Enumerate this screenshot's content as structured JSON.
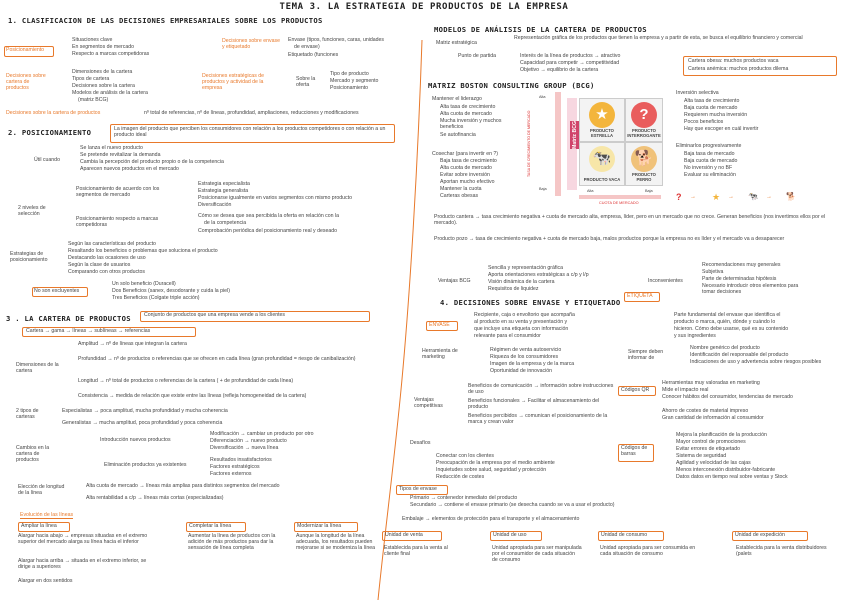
{
  "title": "TEMA 3. LA ESTRATEGIA DE PRODUCTOS DE LA EMPRESA",
  "s1": {
    "heading": "1.   CLASIFICACION DE LAS DECISIONES EMPRESARIALES SOBRE LOS PRODUCTOS",
    "posicionamiento": "Posicionamiento",
    "pos_items": [
      "Situaciones clave",
      "En segmentos de mercado",
      "Respecto a marcas competidoras"
    ],
    "cartera_box": "Decisiones sobre cartera de productos",
    "cartera_items": [
      "Dimensiones de la cartera",
      "Tipos de cartera",
      "Decisiones sobre la cartera",
      "Modelos de análisis de la cartera",
      "(matriz BCG)"
    ],
    "envase_box": "Decisiones sobre envase y etiquetado",
    "envase_items": [
      "Envase (tipos, funciones, caras, unidades",
      "de envase)",
      "Etiquetado (funciones"
    ],
    "estrat_box": "Decisiones estratégicas de productos y actividad de la empresa",
    "sobre_oferta": "Sobre la oferta",
    "oferta_items": [
      "Tipo de producto",
      "Mercado y segmento",
      "Posicionamiento"
    ],
    "linea_box": "Decisiones sobre la cartera de productos",
    "linea_text": "nº total de referencias, nº de líneas, profundidad, ampliaciones, reducciones y modificaciones"
  },
  "s2": {
    "heading": "2. POSICIONAMIENTO",
    "def": "La imagen del producto que perciben los consumidores con relación a los productos competidores o con relación a un producto ideal",
    "util": "Útil cuando",
    "util_items": [
      "Se lanza el nuevo producto",
      "Se pretende revitalizar la demanda",
      "Cambia la percepción del producto propio o de la competencia",
      "Aparecen nuevos productos en el mercado"
    ],
    "niveles": "2 niveles de selección",
    "nivel1": "Posicionamiento de acuerdo con los segmentos de mercado",
    "nivel1_items": [
      "Estrategia especialista",
      "Estrategia generalista",
      "Posicionarse igualmente en varios segmentos con mismo producto",
      "Diversificación"
    ],
    "nivel2": "Posicionamiento respecto a marcas competidoras",
    "nivel2_items": [
      "Cómo se desea que sea percibida la oferta en relación con la",
      "de la competencia",
      "Comprobación periódica del posicionamiento real y deseado"
    ],
    "estrategias": "Estrategias de posicionamiento",
    "estrategias_items": [
      "Según las características del producto",
      "Resaltando los beneficios o problemas que soluciona el producto",
      "Destacando las ocasiones de uso",
      "Según la clase de usuarios",
      "Comparando con otros productos"
    ],
    "no_excluyentes": "No son excluyentes",
    "no_ex_items": [
      "Un solo beneficio (Duracell)",
      "Dos Beneficios (sanex, desodorante y cuida la piel)",
      "Tres Beneficios (Colgate triple acción)"
    ]
  },
  "s3": {
    "heading": "3 . LA CARTERA DE PRODUCTOS",
    "def": "Conjunto de productos que una empresa vende a los clientes",
    "formula": "Cartera → gama → líneas → sublíneas → referencias",
    "dimensiones": "Dimensiones de la cartera",
    "dim_items": [
      "Amplitud → nº de líneas que integran la cartera",
      "Profundidad → nº de productos o referencias que se ofrecen en cada línea (gran profundidad = riesgo de canibalización)",
      "Longitud → nº total de productos o referencias de la cartera ( + de profundidad de cada línea)",
      "Consistencia → medida de relación que existe entre las líneas (refleja homogeneidad de la cartera)"
    ],
    "tipos": "2 tipos de carteras",
    "tipos_items": [
      "Especialistas → poca amplitud, mucha profundidad y mucha coherencia",
      "Generalistas → mucha amplitud, poca profundidad y poca coherencia"
    ],
    "cambios": "Cambios en la cartera de productos",
    "intro": "Introducción nuevos productos",
    "intro_items": [
      "Modificación → cambiar un producto por otro",
      "Diferenciación → nuevo producto",
      "Diversificación → nueva línea"
    ],
    "elim": "Eliminación productos ya existentes",
    "elim_items": [
      "Resultados insatisfactorios",
      "Factores estratégicos",
      "Factores externos"
    ],
    "eleccion": "Elección de longitud de la línea",
    "eleccion_items": [
      "Alta cuota de mercado → líneas más amplias para distintos segmentos del mercado",
      "Alta rentabilidad a c/p → líneas más cortas (especializadas)"
    ],
    "evolucion": "Evolución de las líneas",
    "ampliar": "Ampliar la línea",
    "ampliar_text": [
      "Alargar hacia abajo → empresas situadas en el extremo superior del mercado alarga su línea hacia el inferior",
      "Alargar hacia arriba → situada en el extremo inferior, se dirige a superiores",
      "Alargar en dos sentidos"
    ],
    "completar": "Completar la línea",
    "completar_text": "Aumentar la línea de productos con la adición de más productos para dar la sensación de línea completa",
    "modernizar": "Modernizar la línea",
    "modernizar_text": "Aunque la longitud de la línea adecuada, los resultados pueden mejorarse si se moderniza la línea"
  },
  "modelos": {
    "heading": "MODELOS DE ANÁLISIS DE LA CARTERA DE PRODUCTOS",
    "matriz": "Matriz estratégica",
    "matriz_text": "Representación gráfica de los productos que tienen la empresa y a partir de esta, se busca el equilibrio financiero y comercial",
    "punto": "Punto de partida",
    "punto_items": [
      "Interés de la línea de productos → atractivo",
      "Capacidad para competir → competitividad",
      "Objetivo → equilibrio de la cartera"
    ],
    "note": [
      "Cartera obesa: muchos productos vaca",
      "Cartera anémica: muchos productos dilema"
    ]
  },
  "bcg": {
    "heading": "MATRIZ BOSTON CONSULTING GROUP (BCG)",
    "left_items": [
      "Mantener el liderazgo",
      "Alta tasa de crecimiento",
      "Alta cuota de mercado",
      "Mucha inversión y muchos beneficios",
      "Se autofinancia"
    ],
    "left_items2": [
      "Cosechar (para invertir en ?)",
      "Baja tasa de crecimiento",
      "Alta cuota de mercado",
      "Evitar sobre inversión",
      "Aportan mucho efectivo",
      "Mantener la cuota",
      "Carteras obesas"
    ],
    "y_axis": "TASA DE CRECIMIENTO DE MERCADO",
    "x_axis": "CUOTA DE MERCADO",
    "alta": "Alta",
    "baja": "Baja",
    "matriz": "Matriz",
    "bcg": "BCG",
    "cells": [
      {
        "label": "PRODUCTO ESTRELLA",
        "icon": "★",
        "color": "#f3b53c"
      },
      {
        "label": "PRODUCTO INTERROGANTE",
        "icon": "?",
        "color": "#e95d5d"
      },
      {
        "label": "PRODUCTO VACA",
        "icon": "🐄",
        "color": "#f7e6a8"
      },
      {
        "label": "PRODUCTO PERRO",
        "icon": "🐕",
        "color": "#f0c27a"
      }
    ],
    "right_items": [
      "Inversión selectiva",
      "Alta tasa de crecimiento",
      "Baja cuota de mercado",
      "Requieren mucha inversión",
      "Pocos beneficios",
      "Hay que escoger en cuál invertir"
    ],
    "right_items2": [
      "Eliminarlos progresivamente",
      "Baja tasa de mercado",
      "Baja cuota de mercado",
      "No inversión y no BF",
      "Evaluar su eliminación"
    ],
    "legend": [
      "?",
      "★",
      "🐄",
      "🐕"
    ],
    "cantera": "Producto cantera → tasa crecimiento negativa + cuota de mercado alta, empresa, líder, pero en un mercado que no crece. Generan beneficios (nos invertimos ellos por el mercado).",
    "cantera_title": "Producto cantera",
    "pozo": "Producto pozo → tasa de crecimiento negativa + cuota de mercado baja, malos productos porque la empresa no es líder y el mercado va a desaparecer",
    "pozo_title": "Producto pozo",
    "ventajas": "Ventajas BCG",
    "ventajas_items": [
      "Sencilla y representación gráfica",
      "Aporta orientaciones estratégicas a c/p y l/p",
      "Visión dinámica de la cartera",
      "Requisitos de liquidez"
    ],
    "inconv": "Inconvenientes",
    "inconv_items": [
      "Recomendaciones muy generales",
      "Subjetiva",
      "Parte de determinadas hipótesis",
      "Necesario introducir otros elementos para tomar decisiones"
    ]
  },
  "s4": {
    "heading": "4. DECISIONES SOBRE ENVASE Y ETIQUETADO",
    "envase": "ENVASE",
    "envase_text": [
      "Recipiente, caja o envoltorio que acompaña",
      "al producto en su venta y presentación y",
      "que incluye una etiqueta con información",
      "relevante para el consumidor"
    ],
    "herramienta": "Herramienta de marketing",
    "herr_items": [
      "Régimen de venta autoservicio",
      "Riqueza de los consumidores",
      "Imagen de la empresa y de la marca",
      "Oportunidad de innovación"
    ],
    "ventajas": "Ventajas competitivas",
    "vent_items": [
      "Beneficios de comunicación → información sobre instrucciones de uso",
      "Beneficios funcionales → Facilitar el almacenamiento del producto",
      "Beneficios percibidos → comunican el posicionamiento de la marca y crean valor"
    ],
    "desafios": "Desafíos",
    "desafios_items": [
      "Conectar con los clientes",
      "Preocupación de la empresa por el medio ambiente",
      "Inquietudes sobre salud, seguridad y protección",
      "Reducción de costes"
    ],
    "tipos": "Tipos de envase",
    "tipos_items": [
      "Primario → contenedor inmediato del producto",
      "Secundario → contiene el envase primario (se desecha cuando se va a usar el producto)",
      "Embalaje → elementos de protección para el transporte y el almacenamiento"
    ],
    "etiqueta": "ETIQUETA",
    "etiqueta_text": [
      "Parte fundamental del envase que identifica el",
      "producto o marca, quién, dónde y cuándo lo",
      "hicieron. Cómo debe usarse, qué es su contenido",
      "y sus ingredientes"
    ],
    "siempre": "Siempre deben informar de",
    "siempre_items": [
      "Nombre genérico del producto",
      "Identificación del responsable del producto",
      "Indicaciones de uso y advertencia sobre riesgos posibles"
    ],
    "qr": "Códigos QR",
    "qr_items": [
      "Herramientas muy valoradas en marketing",
      "Mide el impacto real",
      "Conocer hábitos del consumidor, tendencias de mercado",
      "Ahorro de costes de material impreso",
      "Gran cantidad de información al consumidor"
    ],
    "barras": "Códigos de barras",
    "barras_items": [
      "Mejora la planificación de la producción",
      "Mayor control de promociones",
      "Evitar errores de etiquetado",
      "Sistema de seguridad",
      "Agilidad y velocidad de las cajas",
      "Menos interconexión distribuidor-fabricante",
      "Datos datos en tiempo real sobre ventas y Stock"
    ],
    "units": [
      {
        "title": "Unidad de venta",
        "text": "Establecida para la venta al cliente final"
      },
      {
        "title": "Unidad de uso",
        "text": "Unidad apropiada para ser manipulada por el consumidor de cada situación de consumo"
      },
      {
        "title": "Unidad de consumo",
        "text": "Unidad apropiada para ser consumida en cada situación de consumo"
      },
      {
        "title": "Unidad de expedición",
        "text": "Establecida para la venta distribuidores (palets"
      }
    ]
  },
  "colors": {
    "accent": "#e8792b",
    "pink": "#d0446b",
    "star": "#f3b53c",
    "question": "#e95d5d"
  }
}
